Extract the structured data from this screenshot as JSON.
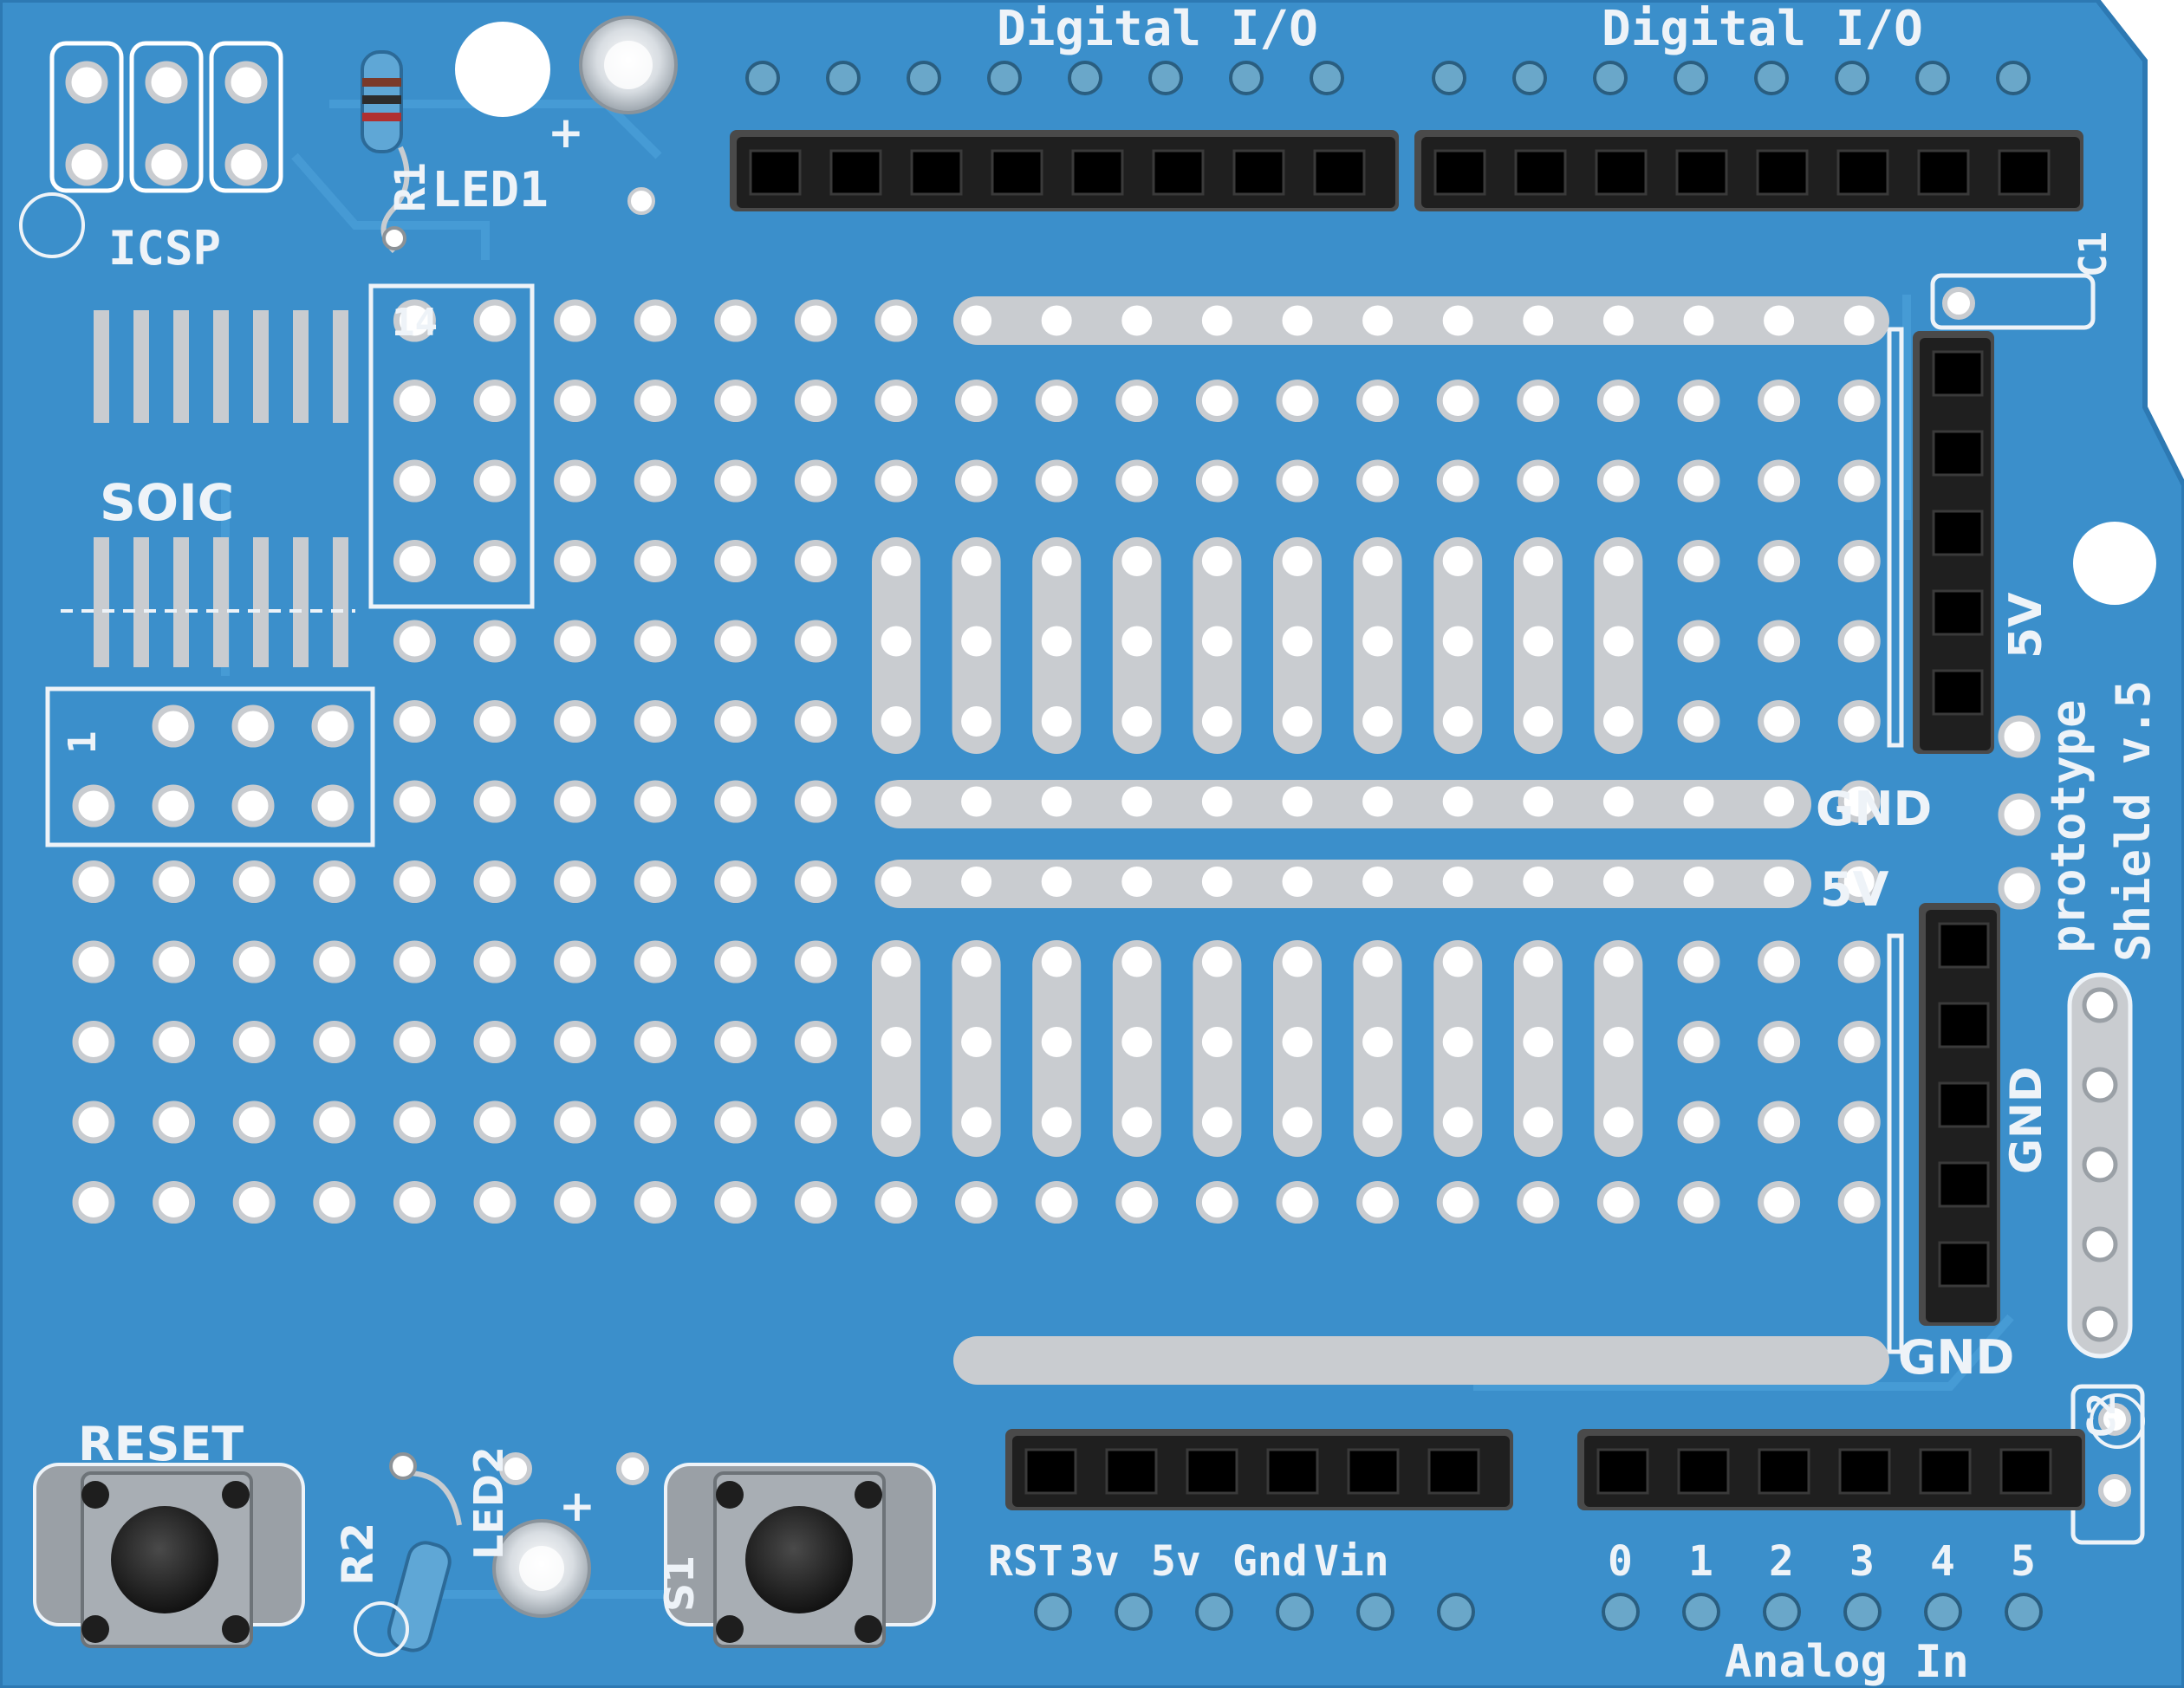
{
  "labels": {
    "digital_io_left": "Digital I/O",
    "digital_io_right": "Digital I/O",
    "icsp": "ICSP",
    "r1": "R1",
    "led1": "LED1",
    "soic": "SOIC",
    "fourteen": "14",
    "one": "1",
    "c1": "C1",
    "c2": "C2",
    "five_v_side": "5V",
    "prototype": "prototype",
    "shield": "Shield v.5",
    "gnd_mid": "GND",
    "five_v_mid": "5V",
    "gnd_side": "GND",
    "gnd_bottom": "GND",
    "reset": "RESET",
    "r2": "R2",
    "led2": "LED2",
    "s1": "S1",
    "plus_top": "+",
    "plus_bottom": "+",
    "analog_in": "Analog In"
  },
  "power_pins": [
    "RST",
    "3v",
    "5v",
    "Gnd",
    "Vin"
  ],
  "analog_pins": [
    "0",
    "1",
    "2",
    "3",
    "4",
    "5"
  ],
  "colors": {
    "board": "#3b8fcb",
    "board_edge": "#2d79b3",
    "trace": "#4a9ad3",
    "pad": "#c9ccd0",
    "header": "#1f1f1f",
    "silkscreen": "#eef3f8"
  }
}
